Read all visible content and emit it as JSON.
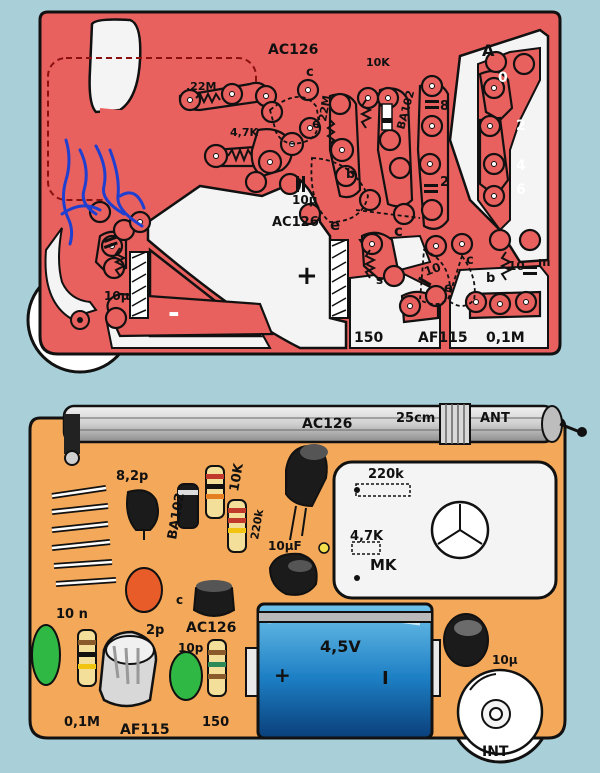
{
  "pcb": {
    "labels": {
      "t_ac126_top": "AC126",
      "r_22m_a": ".22M",
      "r_10k": "10K",
      "c_top": "c",
      "e_top": "e",
      "r_47k": "4,7K",
      "r_22m_b": "22M",
      "d_ba102": "BA102",
      "n_8": "8",
      "b_mid": "b",
      "c_2": "2",
      "cap_10u_mid": "10µ",
      "t_ac126_mid": "AC126",
      "e_mid": "e",
      "c_mid": "c",
      "plus": "+",
      "minus": "-",
      "cap_10u_left": "10µ",
      "r_s": "s",
      "c_10_a": "10",
      "e_af": "e",
      "c_af": "c",
      "b_af": "b",
      "r_10_b": "10",
      "m_cap": "m",
      "v_150": "150",
      "t_af115": "AF115",
      "v_01m": "0,1M",
      "pad_a": "A",
      "pad_0": "0",
      "pad_2": "2",
      "pad_4": "4",
      "pad_6": "6"
    }
  },
  "layout": {
    "labels": {
      "t_ac126_top": "AC126",
      "len_25cm": "25cm",
      "ant": "ANT",
      "c_82p": "8,2p",
      "d_ba102": "BA102",
      "r_10k": "10K",
      "r_220k_a": "220k",
      "r_220k_b": "220k",
      "r_47k": "4,7K",
      "cap_10uf": "10µF",
      "mk": "MK",
      "c_mark": "c",
      "c_2p": "2p",
      "t_ac126_mid": "AC126",
      "c_10n": "10 n",
      "c_10p": "10p",
      "battery": "4,5V",
      "bat_plus": "+",
      "bat_minus": "I",
      "cap_10u": "10µ",
      "r_01m": "0,1M",
      "t_af115": "AF115",
      "r_150": "150",
      "int": "INT"
    }
  }
}
